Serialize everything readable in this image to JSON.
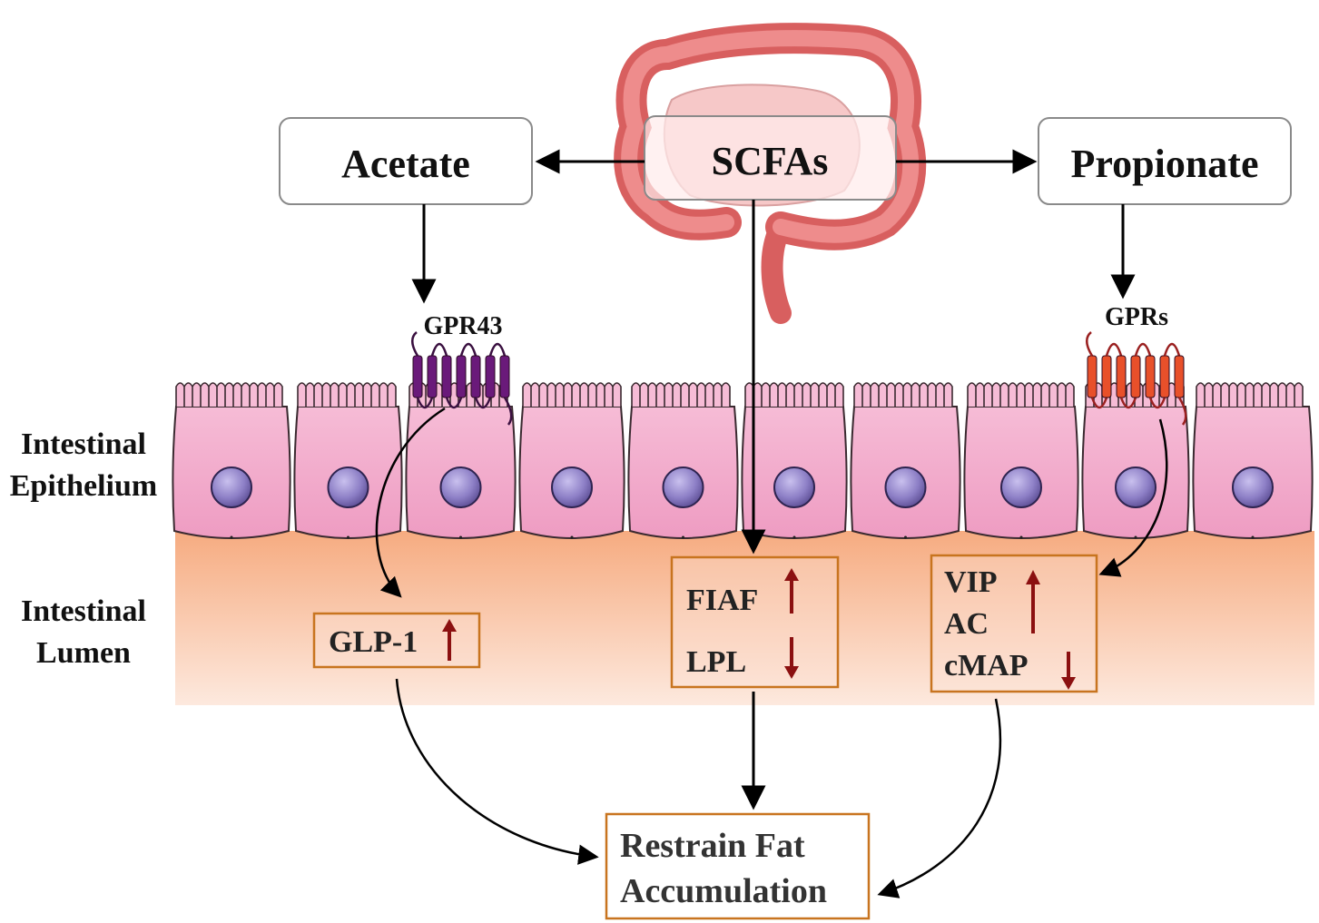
{
  "nodes": {
    "scfas": "SCFAs",
    "acetate": "Acetate",
    "propionate": "Propionate",
    "gpr43": "GPR43",
    "gprs": "GPRs",
    "glp1": "GLP-1",
    "fiaf": "FIAF",
    "lpl": "LPL",
    "vip": "VIP",
    "ac": "AC",
    "cmap": "cMAP",
    "outcome_line1": "Restrain Fat",
    "outcome_line2": "Accumulation"
  },
  "labels": {
    "epithelium_line1": "Intestinal",
    "epithelium_line2": "Epithelium",
    "lumen_line1": "Intestinal",
    "lumen_line2": "Lumen"
  },
  "regulation": {
    "glp1": "up",
    "fiaf": "up",
    "lpl": "down",
    "vip_ac": "up",
    "cmap": "down"
  },
  "colors": {
    "box_orange": "#c8741f",
    "box_gray": "#8a8a8a",
    "arrow_red": "#8b1010",
    "cell_pink": "#f0a8c8",
    "lumen_orange": "#f8b790",
    "gpr43_purple": "#6a1a7a",
    "gprs_red": "#e8502a",
    "colon_red": "#e07070"
  }
}
